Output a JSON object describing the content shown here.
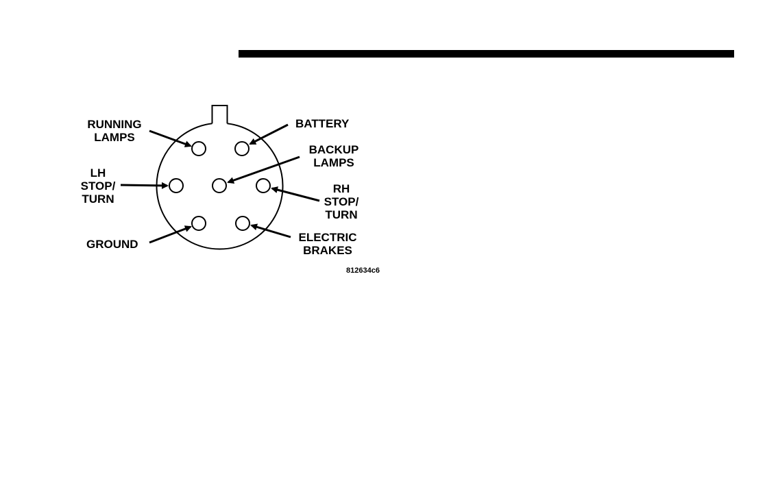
{
  "labels": {
    "running_lamps": "RUNNING\nLAMPS",
    "battery": "BATTERY",
    "backup_lamps": "BACKUP\nLAMPS",
    "lh_stop_turn": "LH\nSTOP/\nTURN",
    "rh_stop_turn": "RH\nSTOP/\nTURN",
    "ground": "GROUND",
    "electric_brakes": "ELECTRIC\nBRAKES"
  },
  "figure_id": "812634c6",
  "colors": {
    "ink": "#000000",
    "paper": "#ffffff"
  }
}
